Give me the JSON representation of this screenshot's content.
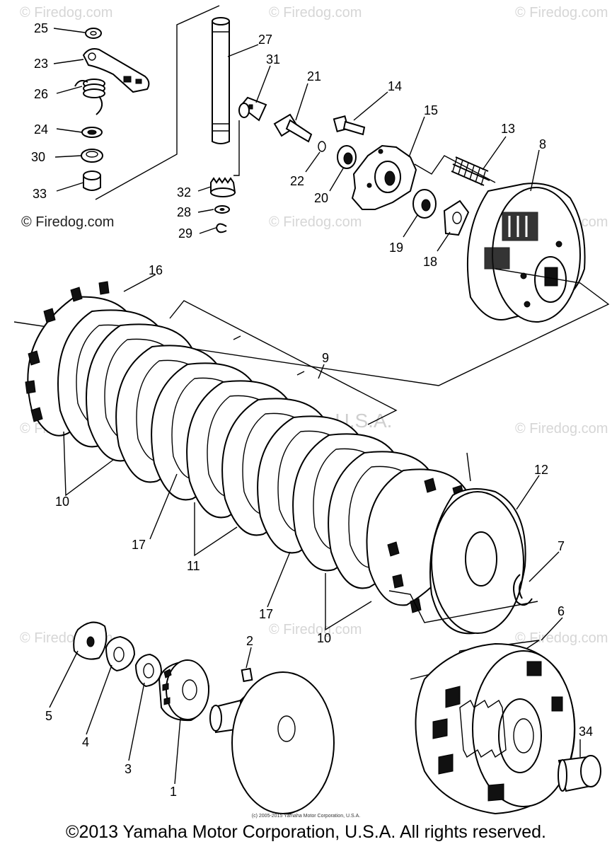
{
  "watermarks": {
    "site": "© Firedog.com",
    "center": "© Yamaha Motor Corp, U.S.A."
  },
  "labels": {
    "p1": "1",
    "p2": "2",
    "p3": "3",
    "p4": "4",
    "p5": "5",
    "p6": "6",
    "p7": "7",
    "p8": "8",
    "p9": "9",
    "p10a": "10",
    "p10b": "10",
    "p11": "11",
    "p12": "12",
    "p13": "13",
    "p14": "14",
    "p15": "15",
    "p16": "16",
    "p17a": "17",
    "p17b": "17",
    "p18": "18",
    "p19": "19",
    "p20": "20",
    "p21": "21",
    "p22": "22",
    "p23": "23",
    "p24": "24",
    "p25": "25",
    "p26": "26",
    "p27": "27",
    "p28": "28",
    "p29": "29",
    "p30": "30",
    "p31": "31",
    "p32": "32",
    "p33": "33",
    "p34": "34"
  },
  "fine_print": "(c) 2005-2015 Yamaha Motor Corporation, U.S.A.",
  "footer": "©2013 Yamaha Motor Corporation, U.S.A. All rights reserved."
}
